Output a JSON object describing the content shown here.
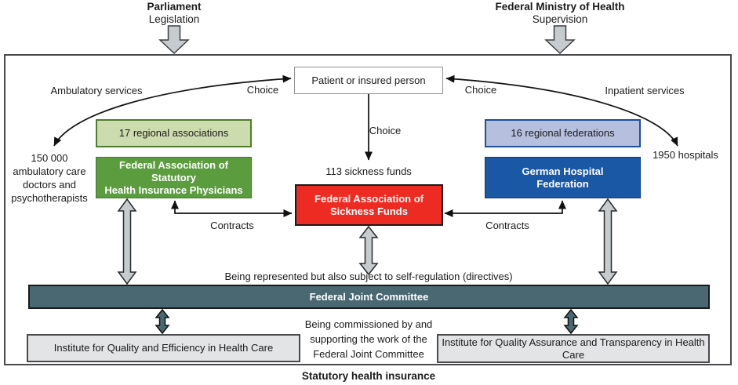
{
  "header": {
    "parliament": {
      "title": "Parliament",
      "subtitle": "Legislation"
    },
    "ministry": {
      "title": "Federal Ministry of Health",
      "subtitle": "Supervision"
    }
  },
  "nodes": {
    "patient": "Patient or insured person",
    "regional_associations": "17 regional associations",
    "physicians_association": "Federal Association of Statutory\nHealth Insurance Physicians",
    "regional_federations": "16 regional federations",
    "hospital_federation": "German Hospital\nFederation",
    "sickness_funds_association": "Federal Association of\nSickness Funds",
    "joint_committee": "Federal Joint Committee",
    "institute_quality_efficiency": "Institute for Quality and Efficiency in Health Care",
    "institute_quality_transparency": "Institute for Quality Assurance and Transparency in Health Care"
  },
  "labels": {
    "ambulatory_services": "Ambulatory services",
    "inpatient_services": "Inpatient services",
    "choice_left": "Choice",
    "choice_right": "Choice",
    "choice_center": "Choice",
    "sickness_funds_count": "113 sickness funds",
    "providers_left": "150 000\nambulatory care\ndoctors and\npsychotherapists",
    "providers_right": "1950 hospitals",
    "contracts_left": "Contracts",
    "contracts_right": "Contracts",
    "self_regulation": "Being represented but also subject to self-regulation (directives)",
    "commissioning": "Being commissioned by and\nsupporting the work of the\nFederal Joint Committee"
  },
  "footer": {
    "caption": "Statutory health insurance"
  },
  "colors": {
    "green": "#5b9c3e",
    "light_green": "#cddcae",
    "blue": "#1a57a4",
    "light_blue": "#b6c0de",
    "red": "#ee2b23",
    "teal": "#4a6872",
    "institute_gray": "#e3e4e5",
    "arrow_gray": "#c6cbce",
    "line_black": "#111111"
  }
}
